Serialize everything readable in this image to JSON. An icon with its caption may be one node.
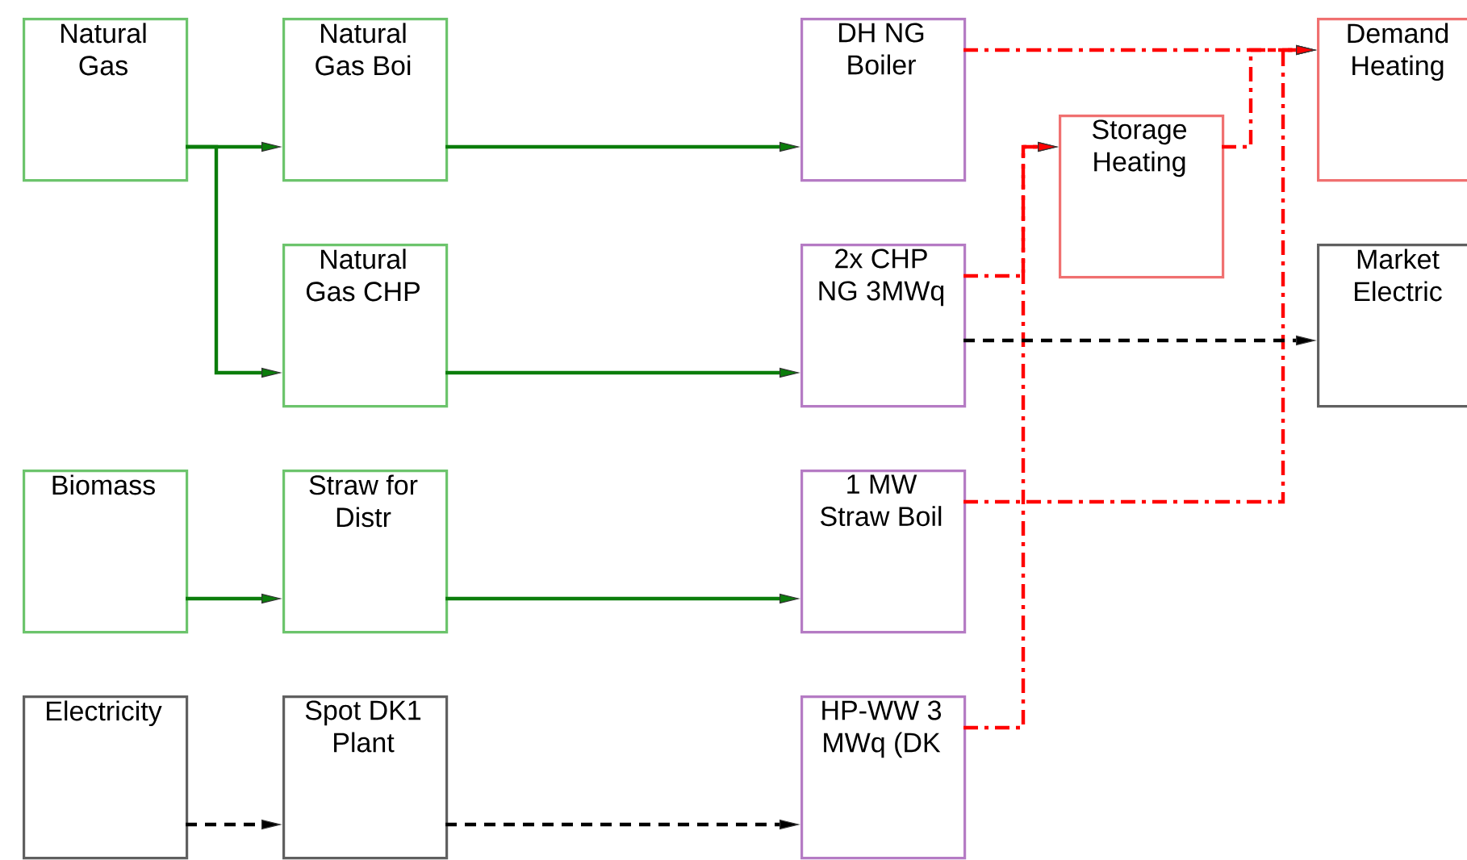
{
  "diagram": {
    "nodes": [
      {
        "text": [
          "Natural Gas"
        ]
      },
      {
        "text": [
          "Natural Gas Boi"
        ]
      },
      {
        "text": [
          "Natural Gas CHP"
        ]
      },
      {
        "text": [
          "Biomass"
        ]
      },
      {
        "text": [
          "Straw for Distr"
        ]
      },
      {
        "text": [
          "Electricity"
        ]
      },
      {
        "text": [
          "Spot DK1 Plant"
        ]
      },
      {
        "text": [
          "DH NG Boiler"
        ]
      },
      {
        "text": [
          "2x CHP NG 3MWq"
        ]
      },
      {
        "text": [
          "1 MW Straw Boil"
        ]
      },
      {
        "text": [
          "HP-WW 3 MWq (DK"
        ]
      },
      {
        "text": [
          "Storage Heating"
        ]
      },
      {
        "text": [
          "Demand Heating"
        ]
      },
      {
        "text": [
          "Market Electric"
        ]
      }
    ],
    "edges": [
      {
        "from": 0,
        "to": 1,
        "arrow": "to"
      },
      {
        "from": 0,
        "to": 2,
        "arrow": "to"
      },
      {
        "from": 1,
        "to": 7,
        "arrow": "to"
      },
      {
        "from": 2,
        "to": 8,
        "arrow": "to"
      },
      {
        "from": 3,
        "to": 4,
        "arrow": "to"
      },
      {
        "from": 4,
        "to": 9,
        "arrow": "to"
      },
      {
        "from": 5,
        "to": 6,
        "arrow": "to",
        "style": "dashed",
        "color": "#000000"
      },
      {
        "from": 6,
        "to": 10,
        "arrow": "to",
        "style": "dashed",
        "color": "#000000"
      },
      {
        "from": 7,
        "to": 12,
        "arrow": "to",
        "style": "dashed",
        "color": "#ff0000"
      },
      {
        "from": 8,
        "to": 11,
        "arrow": "to",
        "style": "dashed",
        "color": "#ff0000"
      },
      {
        "from": 10,
        "to": 11,
        "arrow": "to",
        "style": "dashed",
        "color": "#ff0000"
      },
      {
        "from": 11,
        "to": 12,
        "arrow": "to",
        "style": "dashed",
        "color": "#ff0000"
      },
      {
        "from": 9,
        "to": 12,
        "arrow": "to",
        "style": "dashed",
        "color": "#ff0000"
      },
      {
        "from": 8,
        "to": 13,
        "arrow": "to",
        "style": "dashed",
        "color": "#000000"
      }
    ]
  }
}
